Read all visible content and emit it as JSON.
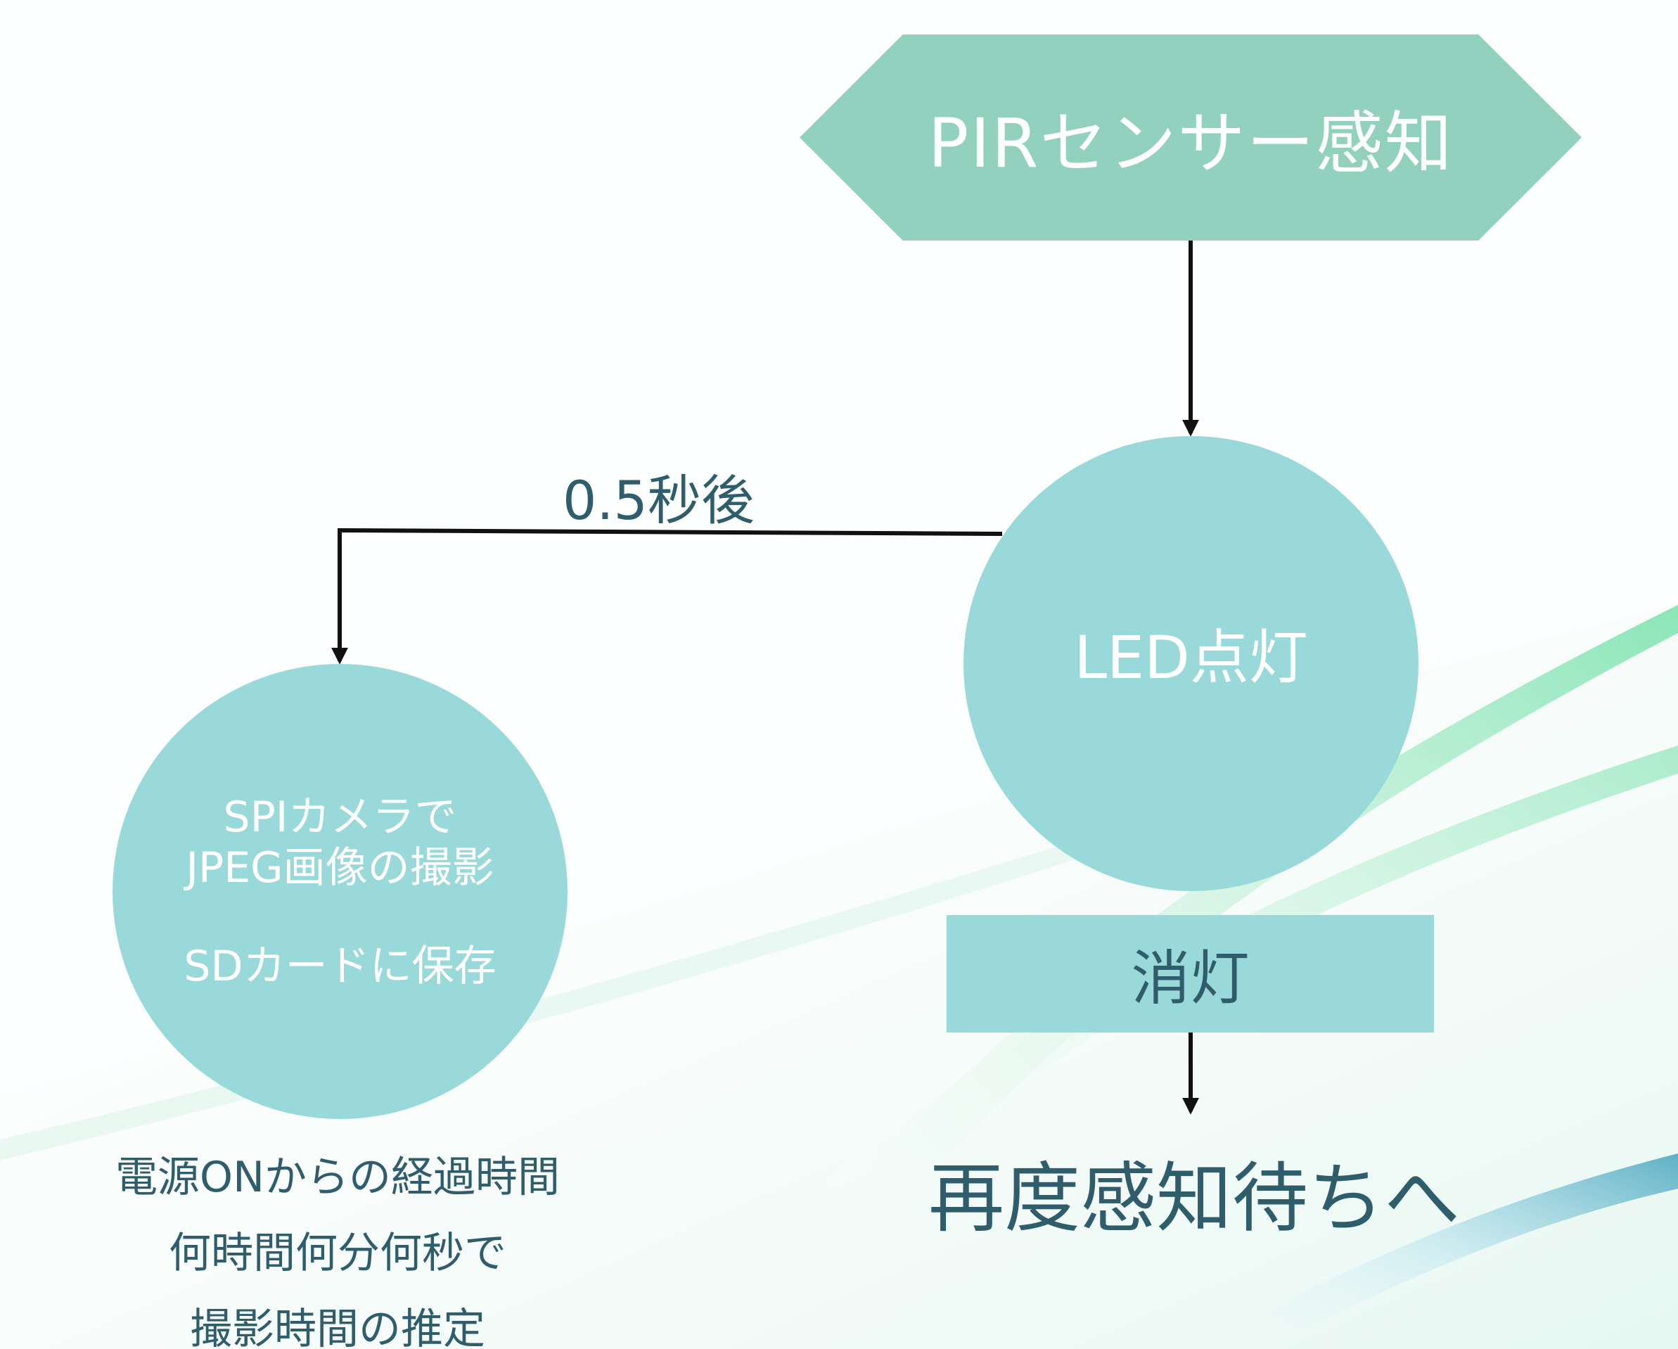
{
  "nodes": {
    "pir": {
      "label": "PIRセンサー感知"
    },
    "led": {
      "label": "LED点灯"
    },
    "camera": {
      "lines": [
        "SPIカメラで",
        "JPEG画像の撮影"
      ],
      "save": "SDカードに保存"
    },
    "off": {
      "label": "消灯"
    }
  },
  "edges": {
    "delay": "0.5秒後"
  },
  "wait": "再度感知待ちへ",
  "note": {
    "lines": [
      "電源ONからの経過時間",
      "何時間何分何秒で",
      "撮影時間の推定"
    ]
  },
  "colors": {
    "hex_fill": "#92d1bd",
    "circle_fill": "#9ad9d9",
    "text_dark": "#2f5d6c",
    "text_light": "#ffffff",
    "accent_green": "#7fe3b0",
    "accent_teal": "#4fa9c0"
  }
}
